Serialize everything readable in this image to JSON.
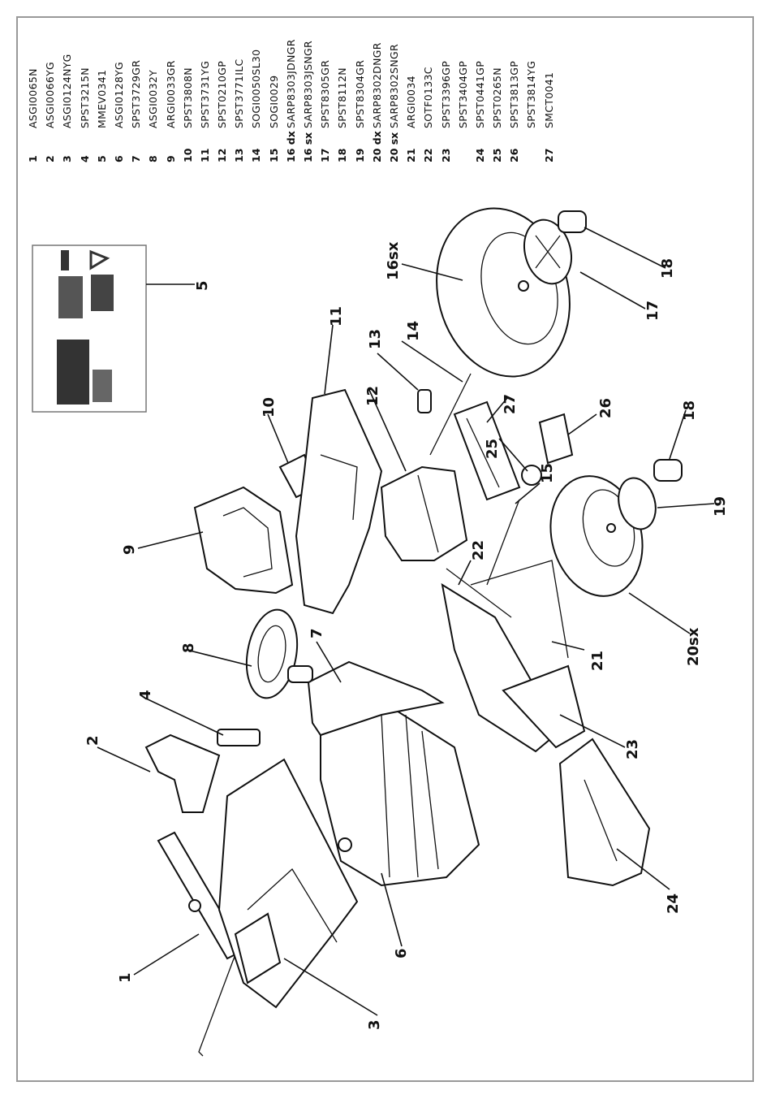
{
  "parts_list": [
    {
      "num": "1",
      "code": "ASGI0065N"
    },
    {
      "num": "2",
      "code": "ASGI0066YG"
    },
    {
      "num": "3",
      "code": "ASGI0124NYG"
    },
    {
      "num": "4",
      "code": "SPST3215N"
    },
    {
      "num": "5",
      "code": "MMEV0341"
    },
    {
      "num": "6",
      "code": "ASGI0128YG"
    },
    {
      "num": "7",
      "code": "SPST3729GR"
    },
    {
      "num": "8",
      "code": "ASGI0032Y"
    },
    {
      "num": "9",
      "code": "ARGI0033GR"
    },
    {
      "num": "10",
      "code": "SPST3808N"
    },
    {
      "num": "11",
      "code": "SPST3731YG"
    },
    {
      "num": "12",
      "code": "SPST0210GP"
    },
    {
      "num": "13",
      "code": "SPST3771ILC"
    },
    {
      "num": "14",
      "code": "SOGI0050SL30"
    },
    {
      "num": "15",
      "code": "SOGI0029"
    },
    {
      "num": "16 dx",
      "code": "SARP8303JDNGR"
    },
    {
      "num": "16 sx",
      "code": "SARP8303JSNGR"
    },
    {
      "num": "17",
      "code": "SPST8305GR"
    },
    {
      "num": "18",
      "code": "SPST8112N"
    },
    {
      "num": "19",
      "code": "SPST8304GR"
    },
    {
      "num": "20 dx",
      "code": "SARP8302DNGR"
    },
    {
      "num": "20 sx",
      "code": "SARP8302SNGR"
    },
    {
      "num": "21",
      "code": "ARGI0034"
    },
    {
      "num": "22",
      "code": "SOTF0133C"
    },
    {
      "num": "23",
      "code": "SPST3396GP"
    },
    {
      "num": "",
      "code": "SPST3404GP"
    },
    {
      "num": "24",
      "code": "SPST0441GP"
    },
    {
      "num": "25",
      "code": "SPST0265N"
    },
    {
      "num": "26",
      "code": "SPST3813GP"
    },
    {
      "num": "",
      "code": "SPST3814YG"
    },
    {
      "num": "27",
      "code": "SMCT0041"
    }
  ],
  "callouts": {
    "c1": "1",
    "c2": "2",
    "c3": "3",
    "c4": "4",
    "c5": "5",
    "c6": "6",
    "c7": "7",
    "c8": "8",
    "c9": "9",
    "c10": "10",
    "c11": "11",
    "c12": "12",
    "c13": "13",
    "c14": "14",
    "c15": "15",
    "c16sx": "16sx",
    "c17": "17",
    "c18a": "18",
    "c18b": "18",
    "c19": "19",
    "c20sx": "20sx",
    "c21": "21",
    "c22": "22",
    "c23": "23",
    "c24": "24",
    "c25": "25",
    "c26": "26",
    "c27": "27"
  }
}
